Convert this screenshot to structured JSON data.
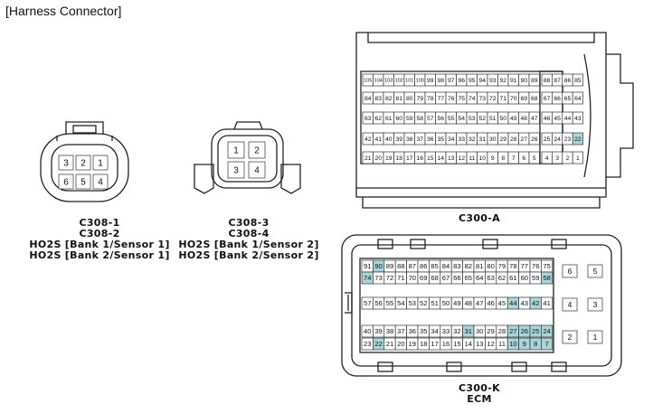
{
  "title": "[Harness Connector]",
  "connectors": [
    {
      "lines": [
        "C308-1",
        "C308-2",
        "HO2S [Bank 1/Sensor 1]",
        "HO2S [Bank 2/Sensor 1]"
      ],
      "pins_top": [
        "3",
        "2",
        "1"
      ],
      "pins_bottom": [
        "6",
        "5",
        "4"
      ]
    },
    {
      "lines": [
        "C308-3",
        "C308-4",
        "HO2S [Bank 1/Sensor 2]",
        "HO2S [Bank 2/Sensor 2]"
      ],
      "pins_top": [
        "1",
        "2"
      ],
      "pins_bottom": [
        "3",
        "4"
      ]
    }
  ],
  "c300a": {
    "label": "C300-A",
    "highlight_color": "#a9d4d8",
    "highlighted": [
      "22"
    ],
    "rows": [
      {
        "left": [
          "105",
          "104",
          "103",
          "102",
          "101",
          "100",
          "99",
          "98",
          "97",
          "96",
          "95",
          "94",
          "93",
          "92",
          "91",
          "90",
          "89"
        ],
        "right": [
          "88",
          "87",
          "86",
          "85"
        ]
      },
      {
        "left": [
          "84",
          "83",
          "82",
          "81",
          "80",
          "79",
          "78",
          "77",
          "76",
          "75",
          "74",
          "73",
          "72",
          "71",
          "70",
          "69",
          "68"
        ],
        "right": [
          "67",
          "66",
          "65",
          "64"
        ]
      },
      {
        "left": [
          "63",
          "62",
          "61",
          "60",
          "59",
          "58",
          "57",
          "56",
          "55",
          "54",
          "53",
          "52",
          "51",
          "50",
          "49",
          "48",
          "47"
        ],
        "right": [
          "46",
          "45",
          "44",
          "43"
        ]
      },
      {
        "left": [
          "42",
          "41",
          "40",
          "39",
          "38",
          "37",
          "36",
          "35",
          "34",
          "33",
          "32",
          "31",
          "30",
          "29",
          "28",
          "27",
          "26"
        ],
        "right": [
          "25",
          "24",
          "23",
          "22"
        ]
      },
      {
        "left": [
          "21",
          "20",
          "19",
          "18",
          "17",
          "16",
          "15",
          "14",
          "13",
          "12",
          "11",
          "10",
          "9",
          "8",
          "7",
          "6",
          "5"
        ],
        "right": [
          "4",
          "3",
          "2",
          "1"
        ]
      }
    ]
  },
  "c300k": {
    "label": "C300-K",
    "sublabel": "ECM",
    "highlight_color": "#a9d4d8",
    "highlighted": [
      "90",
      "74",
      "58",
      "44",
      "42",
      "31",
      "27",
      "26",
      "25",
      "24",
      "22",
      "10",
      "9",
      "8",
      "7"
    ],
    "rows": [
      [
        "91",
        "90",
        "89",
        "88",
        "87",
        "86",
        "85",
        "84",
        "83",
        "82",
        "81",
        "80",
        "79",
        "78",
        "77",
        "76",
        "75"
      ],
      [
        "74",
        "73",
        "72",
        "71",
        "70",
        "69",
        "68",
        "67",
        "66",
        "65",
        "64",
        "63",
        "62",
        "61",
        "60",
        "59",
        "58"
      ],
      [
        "57",
        "56",
        "55",
        "54",
        "53",
        "52",
        "51",
        "50",
        "49",
        "48",
        "47",
        "46",
        "45",
        "44",
        "43",
        "42",
        "41"
      ],
      [
        "40",
        "39",
        "38",
        "37",
        "36",
        "35",
        "34",
        "33",
        "32",
        "31",
        "30",
        "29",
        "28",
        "27",
        "26",
        "25",
        "24"
      ],
      [
        "23",
        "22",
        "21",
        "20",
        "19",
        "18",
        "17",
        "16",
        "15",
        "14",
        "13",
        "12",
        "11",
        "10",
        "9",
        "8",
        "7"
      ]
    ],
    "right_pins": [
      [
        "6",
        "5"
      ],
      [
        "4",
        "3"
      ],
      [
        "2",
        "1"
      ]
    ]
  }
}
